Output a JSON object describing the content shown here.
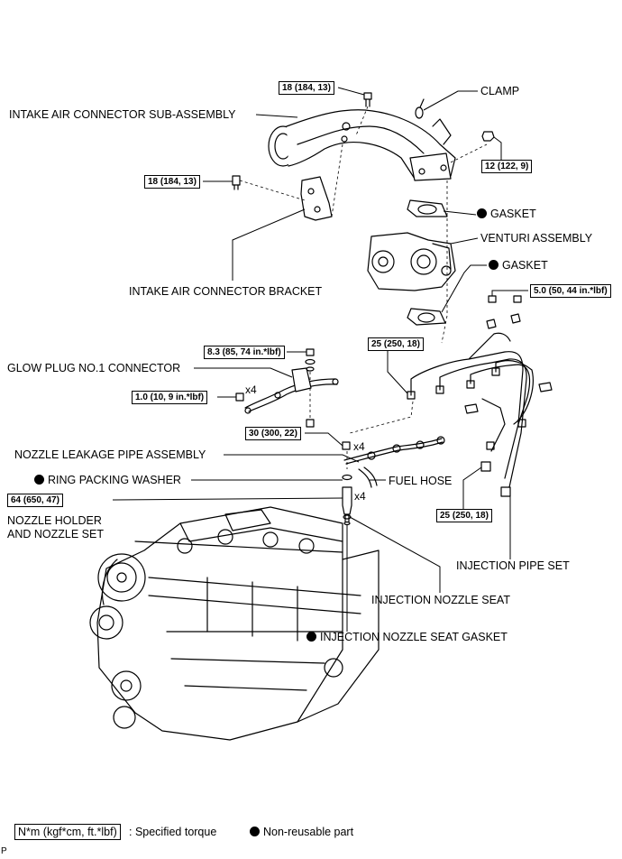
{
  "labels": {
    "clamp": "CLAMP",
    "intake_connector": "INTAKE AIR CONNECTOR SUB-ASSEMBLY",
    "gasket_upper": "GASKET",
    "venturi": "VENTURI ASSEMBLY",
    "gasket_lower": "GASKET",
    "bracket": "INTAKE AIR CONNECTOR BRACKET",
    "glow_plug": "GLOW PLUG NO.1 CONNECTOR",
    "leakage_pipe": "NOZZLE LEAKAGE PIPE ASSEMBLY",
    "ring_washer": "RING PACKING WASHER",
    "fuel_hose": "FUEL HOSE",
    "nozzle_holder_1": "NOZZLE HOLDER",
    "nozzle_holder_2": "AND NOZZLE SET",
    "injection_pipe": "INJECTION PIPE SET",
    "nozzle_seat": "INJECTION NOZZLE SEAT",
    "nozzle_seat_gasket": "INJECTION NOZZLE SEAT GASKET"
  },
  "torques": {
    "t1": "18 (184, 13)",
    "t2": "12 (122, 9)",
    "t3": "18 (184, 13)",
    "t4": "5.0 (50, 44 in.*lbf)",
    "t5": "25 (250, 18)",
    "t6": "8.3 (85, 74 in.*lbf)",
    "t7": "1.0 (10, 9 in.*lbf)",
    "t8": "30 (300, 22)",
    "t9": "64 (650, 47)",
    "t10": "25 (250, 18)"
  },
  "multipliers": {
    "m1": "x4",
    "m2": "x4",
    "m3": "x4"
  },
  "legend": {
    "torque_box": "N*m (kgf*cm, ft.*lbf)",
    "torque_text": ": Specified torque",
    "nonreusable_text": "Non-reusable part"
  },
  "corner_mark": "P"
}
